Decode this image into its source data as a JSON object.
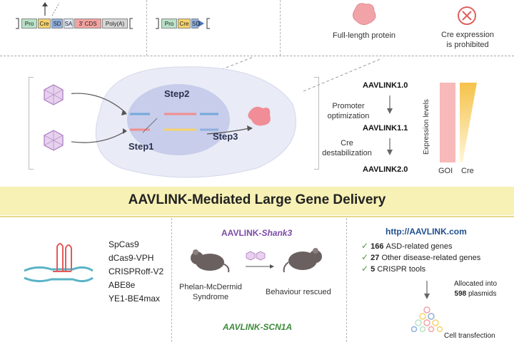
{
  "top": {
    "construct_a": [
      "Pro",
      "Cre",
      "SD",
      "SA",
      "3' CDS",
      "Poly(A)"
    ],
    "construct_b": [
      "Pro",
      "Cre",
      "SD"
    ],
    "full_length_protein": "Full-length protein",
    "cre_expression_line1": "Cre expression",
    "cre_expression_line2": "is prohibited"
  },
  "middle": {
    "step1": "Step1",
    "step2": "Step2",
    "step3": "Step3",
    "versions": [
      "AAVLINK1.0",
      "AAVLINK1.1",
      "AAVLINK2.0"
    ],
    "promoter_line1": "Promoter",
    "promoter_line2": "optimization",
    "cre_destab_line1": "Cre",
    "cre_destab_line2": "destabilization",
    "expression_levels": "Expression levels",
    "goi": "GOI",
    "cre": "Cre",
    "colors": {
      "goi_bar": "#f7b9b9",
      "cre_bar": "#f5c24a",
      "step_bubble": "#c7cdea"
    }
  },
  "banner": {
    "title": "AAVLINK-Mediated Large Gene Delivery"
  },
  "bottom": {
    "crispr_tools": [
      "SpCas9",
      "dCas9-VPH",
      "CRISPRoff-V2",
      "ABE8e",
      "YE1-BE4max"
    ],
    "shank3_prefix": "AAVLINK-",
    "shank3_gene": "Shank3",
    "syndrome_line1": "Phelan-McDermid",
    "syndrome_line2": "Syndrome",
    "behaviour_rescued": "Behaviour rescued",
    "scn1a_title": "AAVLINK-SCN1A",
    "url": "http://AAVLINK.com",
    "stats": [
      {
        "count": "166",
        "label": "ASD-related genes"
      },
      {
        "count": "27",
        "label": "Other disease-related genes"
      },
      {
        "count": "5",
        "label": "CRISPR tools"
      }
    ],
    "allocated_line1": "Allocated into",
    "allocated_count": "598",
    "allocated_suffix": "plasmids",
    "cell_transfection": "Cell transfection"
  }
}
